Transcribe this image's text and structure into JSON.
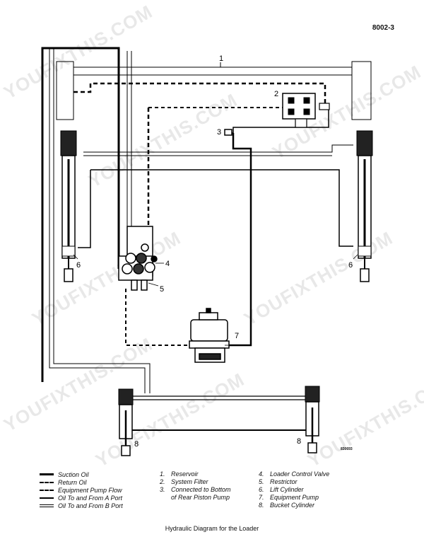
{
  "page_number": "8002-3",
  "watermark_text": "YOUFIXTHIS.COM",
  "callouts": {
    "c1": "1",
    "c2": "2",
    "c3": "3",
    "c4": "4",
    "c5": "5",
    "c6a": "6",
    "c6b": "6",
    "c7": "7",
    "c8a": "8",
    "c8b": "8"
  },
  "image_code": "830693",
  "legend": [
    {
      "style": "solid-thick",
      "label": "Suction Oil"
    },
    {
      "style": "dash",
      "label": "Return Oil"
    },
    {
      "style": "dash-small",
      "label": "Equipment Pump Flow"
    },
    {
      "style": "solid",
      "label": "Oil To and From A Port"
    },
    {
      "style": "double",
      "label": "Oil To and From B Port"
    }
  ],
  "parts_col1": [
    {
      "num": "1.",
      "label": "Reservoir"
    },
    {
      "num": "2.",
      "label": "System Filter"
    },
    {
      "num": "3.",
      "label": "Connected to Bottom"
    },
    {
      "num": "",
      "label": "of Rear Piston Pump"
    }
  ],
  "parts_col2": [
    {
      "num": "4.",
      "label": "Loader Control Valve"
    },
    {
      "num": "5.",
      "label": "Restrictor"
    },
    {
      "num": "6.",
      "label": "Lift Cylinder"
    },
    {
      "num": "7.",
      "label": "Equipment Pump"
    },
    {
      "num": "8.",
      "label": "Bucket Cylinder"
    }
  ],
  "caption": "Hydraulic Diagram for the Loader"
}
